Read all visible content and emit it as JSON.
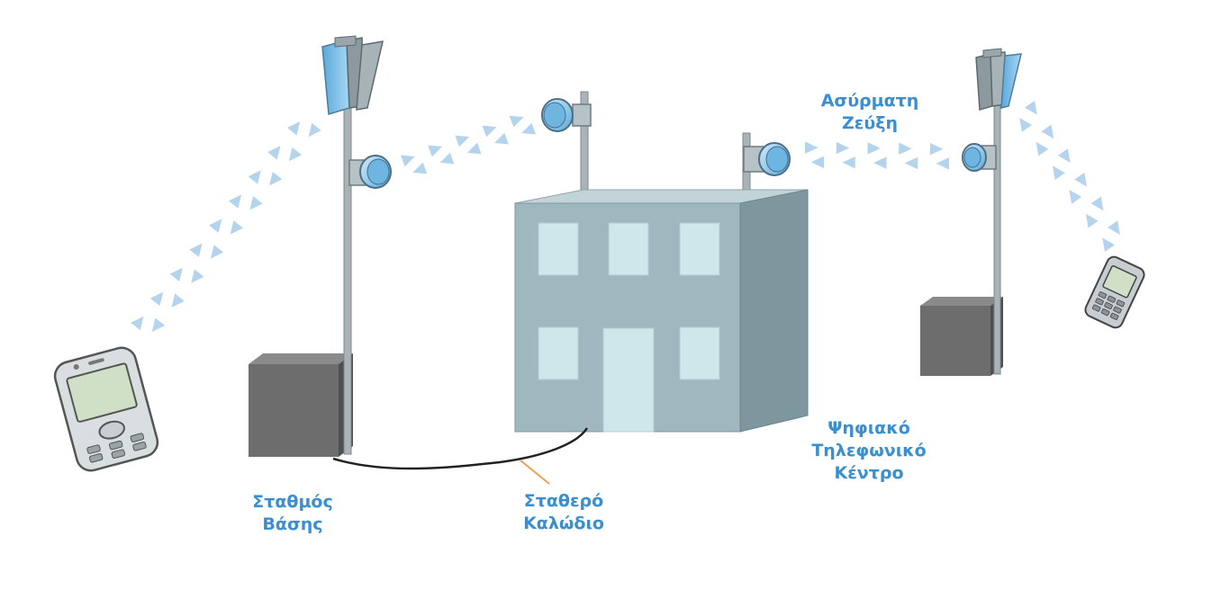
{
  "labels": {
    "base_station": [
      "Σταθμός",
      "Βάσης"
    ],
    "fixed_cable": [
      "Σταθερό",
      "Καλώδιο"
    ],
    "digital_exchange": [
      "Ψηφιακό",
      "Τηλεφωνικό",
      "Κέντρο"
    ],
    "wireless_link": [
      "Ασύρματη",
      "Ζεύξη"
    ]
  },
  "colors": {
    "label_text": "#3a8fd0",
    "signal": "#b4d4ee",
    "building_front": "#9fb8bf",
    "building_side": "#7e979e",
    "building_top": "#c2d4d8",
    "window": "#cfe6ea",
    "cabinet": "#6d6d6d",
    "pole": "#a9b4b8",
    "antenna_blue": "#7fbde6",
    "cable": "#222222",
    "cable_pointer": "#f0a050"
  },
  "icons": [
    "mobile-phone-icon",
    "base-station-antenna-icon",
    "microwave-dish-icon",
    "building-icon",
    "equipment-cabinet-icon"
  ]
}
